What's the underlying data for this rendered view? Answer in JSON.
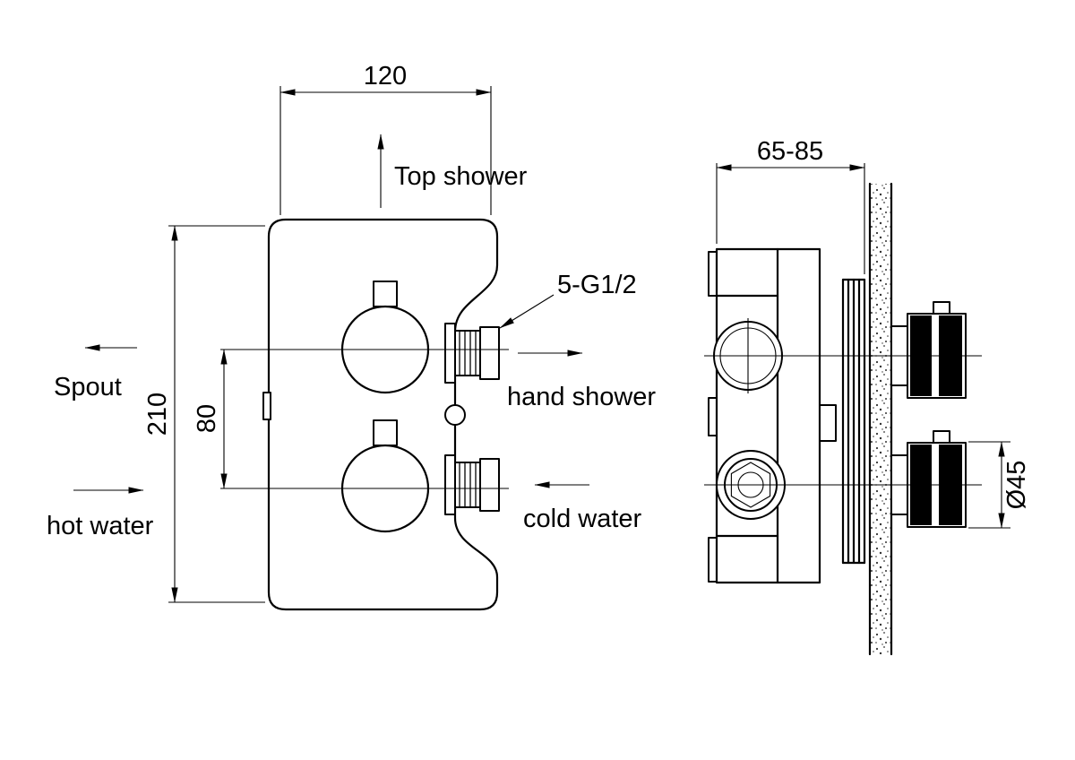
{
  "front_view": {
    "dim_width": "120",
    "dim_height": "210",
    "dim_spacing": "80",
    "top_shower": "Top shower",
    "thread_callout": "5-G1/2",
    "hand_shower": "hand shower",
    "spout": "Spout",
    "hot_water": "hot water",
    "cold_water": "cold water"
  },
  "side_view": {
    "dim_depth": "65-85",
    "dim_diameter": "Ø45"
  },
  "colors": {
    "line": "#000000",
    "background": "#ffffff",
    "knob_fill": "#000000"
  }
}
